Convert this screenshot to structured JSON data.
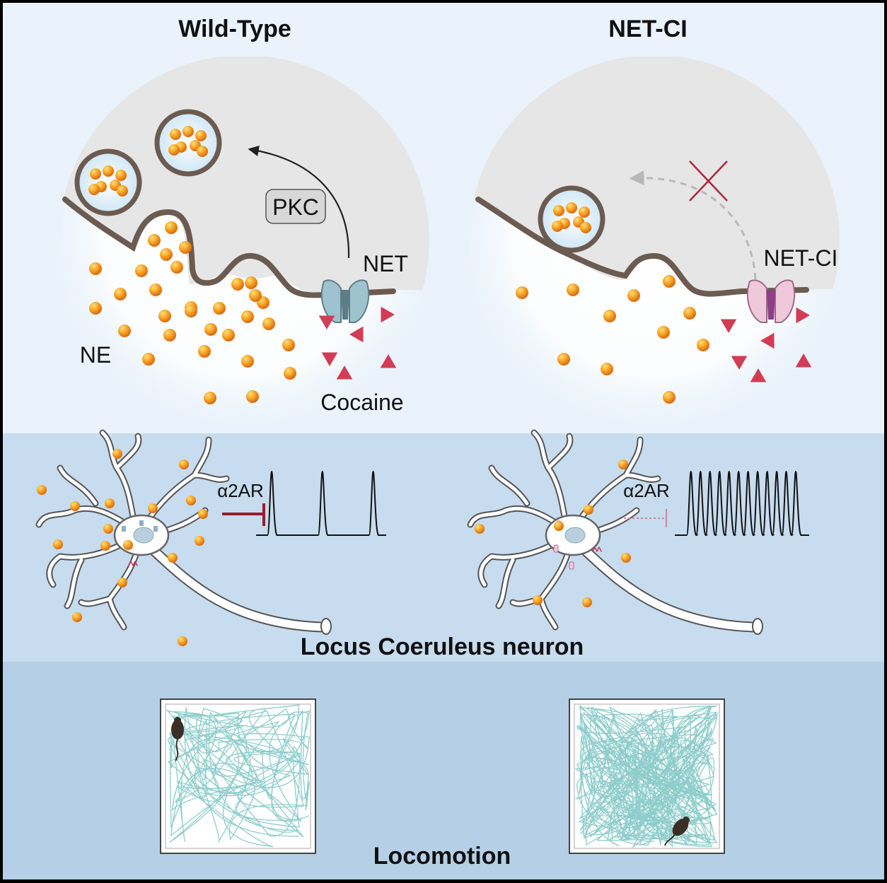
{
  "top": {
    "left_title": "Wild-Type",
    "right_title": "NET-CI",
    "pkc_label": "PKC",
    "net_label": "NET",
    "net_ci_label": "NET-CI",
    "ne_label": "NE",
    "cocaine_label": "Cocaine"
  },
  "middle": {
    "receptor_label_left": "α2AR",
    "receptor_label_right": "α2AR",
    "caption": "Locus Coeruleus neuron",
    "left_spike_count": 3,
    "right_spike_count": 12
  },
  "bottom": {
    "caption": "Locomotion"
  },
  "colors": {
    "panel_top": "#eaf3fb",
    "panel_middle": "#c7dcee",
    "panel_bottom": "#b5d0e6",
    "cytoplasm": "#e6e6e6",
    "membrane": "#6b5b50",
    "ne_particle": "#f08c1e",
    "cocaine": "#d23c55",
    "net_transporter": "#9ec3cf",
    "net_ci_transporter": "#f0c8dc",
    "track": "#8ecdcc",
    "inhibit_line": "#9b1b2a"
  }
}
